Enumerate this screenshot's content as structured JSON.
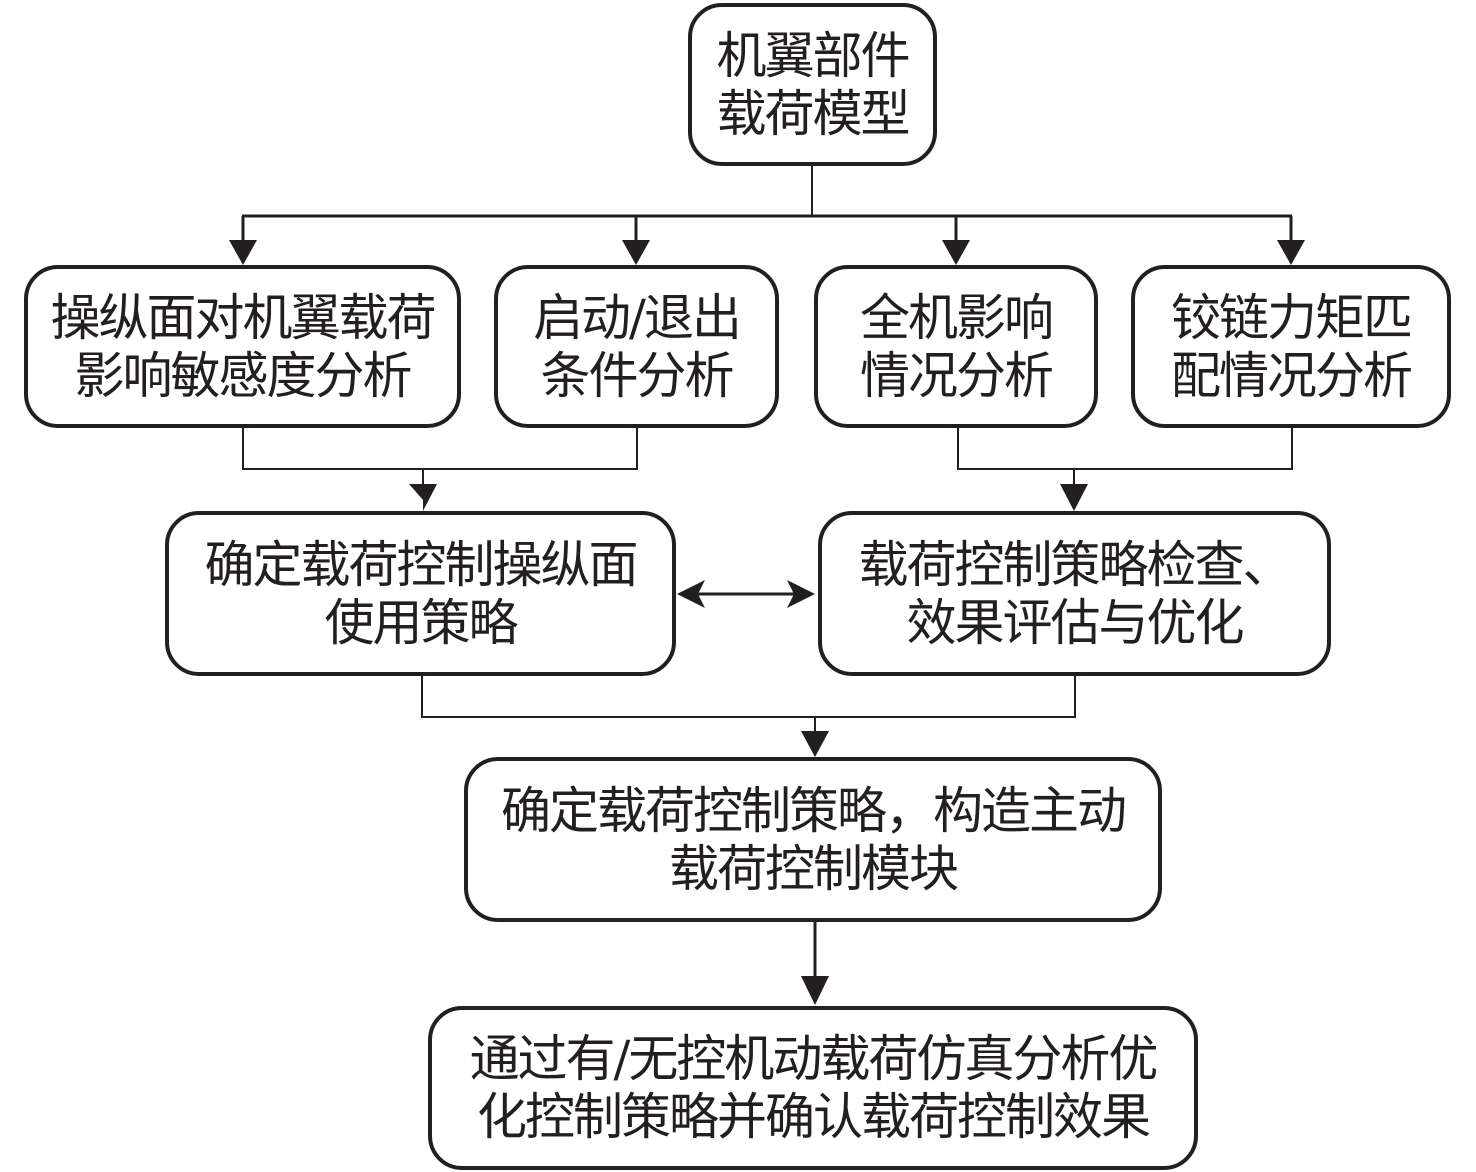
{
  "diagram": {
    "type": "flowchart",
    "nodes": {
      "wing_load_model": {
        "lines": [
          "机翼部件",
          "载荷模型"
        ]
      },
      "sensitivity_analysis": {
        "lines": [
          "操纵面对机翼载荷",
          "影响敏感度分析"
        ]
      },
      "entry_exit_analysis": {
        "lines": [
          "启动/退出",
          "条件分析"
        ]
      },
      "aircraft_impact_analysis": {
        "lines": [
          "全机影响",
          "情况分析"
        ]
      },
      "hinge_moment_analysis": {
        "lines": [
          "铰链力矩匹",
          "配情况分析"
        ]
      },
      "surface_strategy": {
        "lines": [
          "确定载荷控制操纵面",
          "使用策略"
        ]
      },
      "strategy_check": {
        "lines": [
          "载荷控制策略检查、",
          "效果评估与优化"
        ]
      },
      "control_module": {
        "lines": [
          "确定载荷控制策略，构造主动",
          "载荷控制模块"
        ]
      },
      "simulation_validation": {
        "lines": [
          "通过有/无控机动载荷仿真分析优",
          "化控制策略并确认载荷控制效果"
        ]
      }
    },
    "edges": [
      {
        "from": "wing_load_model",
        "to": "sensitivity_analysis",
        "arrow": "forward"
      },
      {
        "from": "wing_load_model",
        "to": "entry_exit_analysis",
        "arrow": "forward"
      },
      {
        "from": "wing_load_model",
        "to": "aircraft_impact_analysis",
        "arrow": "forward"
      },
      {
        "from": "wing_load_model",
        "to": "hinge_moment_analysis",
        "arrow": "forward"
      },
      {
        "from": "sensitivity_analysis",
        "to": "surface_strategy",
        "arrow": "forward"
      },
      {
        "from": "entry_exit_analysis",
        "to": "surface_strategy",
        "arrow": "forward"
      },
      {
        "from": "aircraft_impact_analysis",
        "to": "strategy_check",
        "arrow": "forward"
      },
      {
        "from": "hinge_moment_analysis",
        "to": "strategy_check",
        "arrow": "forward"
      },
      {
        "from": "surface_strategy",
        "to": "strategy_check",
        "arrow": "bidirectional"
      },
      {
        "from": "surface_strategy",
        "to": "control_module",
        "arrow": "forward"
      },
      {
        "from": "strategy_check",
        "to": "control_module",
        "arrow": "forward"
      },
      {
        "from": "control_module",
        "to": "simulation_validation",
        "arrow": "forward"
      }
    ]
  }
}
